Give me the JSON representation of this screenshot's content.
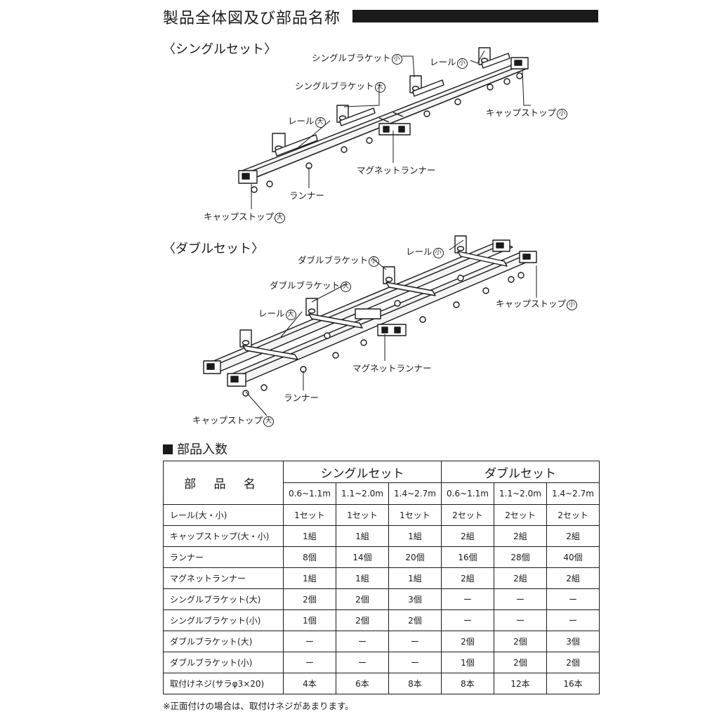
{
  "page": {
    "title": "製品全体図及び部品名称",
    "circle_large": "大",
    "circle_small": "小"
  },
  "single": {
    "title": "〈シングルセット〉",
    "labels": {
      "bracket_small": "シングルブラケット",
      "rail_small": "レール",
      "bracket_large": "シングルブラケット",
      "rail_large": "レール",
      "cap_small": "キャップストップ",
      "magnet_runner": "マグネットランナー",
      "runner": "ランナー",
      "cap_large": "キャップストップ"
    }
  },
  "double": {
    "title": "〈ダブルセット〉",
    "labels": {
      "bracket_small": "ダブルブラケット",
      "rail_small": "レール",
      "bracket_large": "ダブルブラケット",
      "rail_large": "レール",
      "cap_small": "キャップストップ",
      "magnet_runner": "マグネットランナー",
      "runner": "ランナー",
      "cap_large": "キャップストップ"
    }
  },
  "parts": {
    "heading": "部品入数",
    "corner_label": "部 品 名",
    "groups": [
      "シングルセット",
      "ダブルセット"
    ],
    "ranges": [
      "0.6~1.1m",
      "1.1~2.0m",
      "1.4~2.7m",
      "0.6~1.1m",
      "1.1~2.0m",
      "1.4~2.7m"
    ],
    "rows": [
      {
        "name": "レール(大・小)",
        "cells": [
          "1セット",
          "1セット",
          "1セット",
          "2セット",
          "2セット",
          "2セット"
        ]
      },
      {
        "name": "キャップストップ(大・小)",
        "cells": [
          "1組",
          "1組",
          "1組",
          "2組",
          "2組",
          "2組"
        ]
      },
      {
        "name": "ランナー",
        "cells": [
          "8個",
          "14個",
          "20個",
          "16個",
          "28個",
          "40個"
        ]
      },
      {
        "name": "マグネットランナー",
        "cells": [
          "1組",
          "1組",
          "1組",
          "2組",
          "2組",
          "2組"
        ]
      },
      {
        "name": "シングルブラケット(大)",
        "cells": [
          "2個",
          "2個",
          "3個",
          "ー",
          "ー",
          "ー"
        ]
      },
      {
        "name": "シングルブラケット(小)",
        "cells": [
          "1個",
          "2個",
          "2個",
          "ー",
          "ー",
          "ー"
        ]
      },
      {
        "name": "ダブルブラケット(大)",
        "cells": [
          "ー",
          "ー",
          "ー",
          "2個",
          "2個",
          "3個"
        ]
      },
      {
        "name": "ダブルブラケット(小)",
        "cells": [
          "ー",
          "ー",
          "ー",
          "1個",
          "2個",
          "2個"
        ]
      },
      {
        "name": "取付けネジ(サラφ3×20)",
        "cells": [
          "4本",
          "6本",
          "8本",
          "8本",
          "12本",
          "16本"
        ]
      }
    ]
  },
  "note": "※正面付けの場合は、取付けネジがあまります。",
  "colors": {
    "ink": "#1a1a1a",
    "rail_fill": "#f4f4f4",
    "paper": "#ffffff"
  }
}
